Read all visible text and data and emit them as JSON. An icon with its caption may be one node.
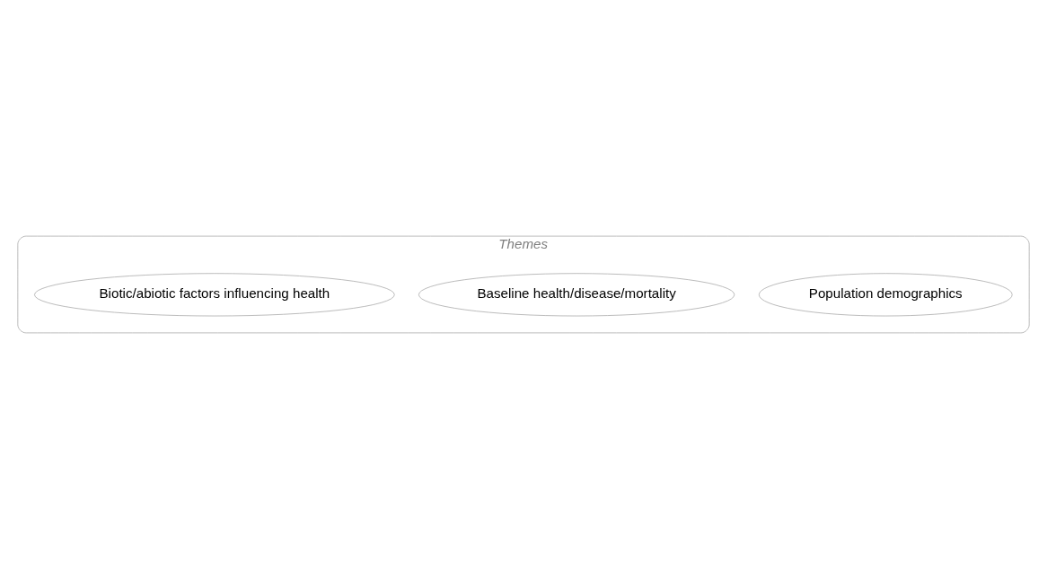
{
  "diagram": {
    "nodes": [
      {
        "text": [
          "Themes"
        ]
      },
      {
        "text": [
          "Population demographics"
        ],
        "in": 0
      },
      {
        "text": [
          "Baseline health/disease/mortality"
        ],
        "in": 0
      },
      {
        "text": [
          "Biotic/abiotic factors influencing health"
        ],
        "in": 0
      }
    ]
  }
}
